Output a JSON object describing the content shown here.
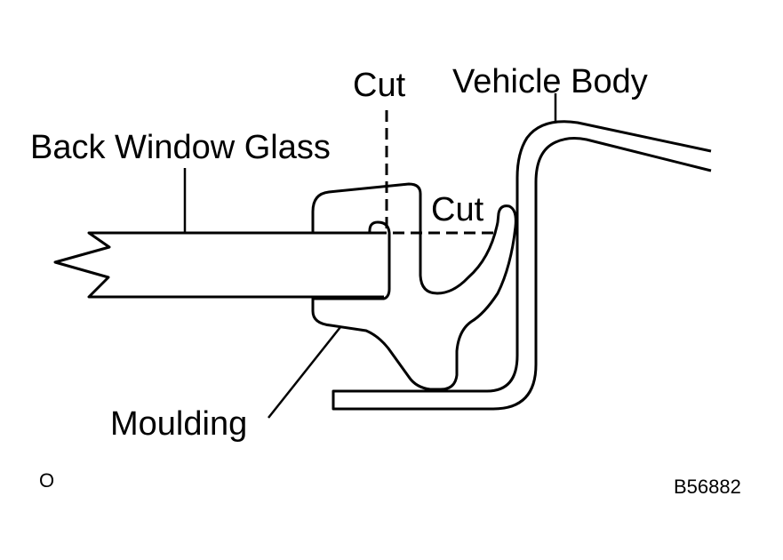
{
  "diagram": {
    "labels": {
      "cut_vertical": "Cut",
      "vehicle_body": "Vehicle Body",
      "back_window_glass": "Back Window Glass",
      "cut_horizontal": "Cut",
      "moulding": "Moulding",
      "corner_mark": "O",
      "figure_id": "B56882"
    },
    "colors": {
      "stroke": "#000000",
      "fill": "#ffffff"
    }
  }
}
